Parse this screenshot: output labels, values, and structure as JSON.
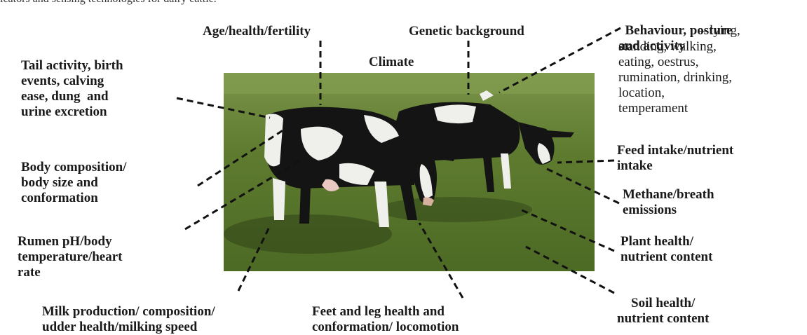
{
  "caption_top": "icators and sensing technologies for dairy cattle.",
  "center_label": "Climate",
  "labels": {
    "age_health": "Age/health/fertility",
    "genetic": "Genetic background",
    "behaviour_bold": "Behaviour, posture\nand activity",
    "behaviour_rest": " – lying,",
    "behaviour_plain": "standing, walking,\neating, oestrus,\nrumination, drinking,\nlocation,\ntemperament",
    "tail": "Tail activity, birth\nevents, calving\nease, dung  and\nurine excretion",
    "body": "Body composition/\nbody size and\nconformation",
    "rumen": "Rumen pH/body\ntemperature/heart\nrate",
    "milk": "Milk production/ composition/\nudder health/milking speed",
    "feet": "Feet and leg health and\nconformation/ locomotion",
    "feed": "Feed intake/nutrient\nintake",
    "methane": "Methane/breath\nemissions",
    "plant": "Plant health/\nnutrient content",
    "soil": "Soil health/\nnutrient content"
  },
  "colors": {
    "text": "#1a1a1a",
    "grass": "#5b7a2c",
    "sky_field": "#6f8c3a",
    "cow_black": "#141414",
    "cow_white": "#efefec"
  }
}
